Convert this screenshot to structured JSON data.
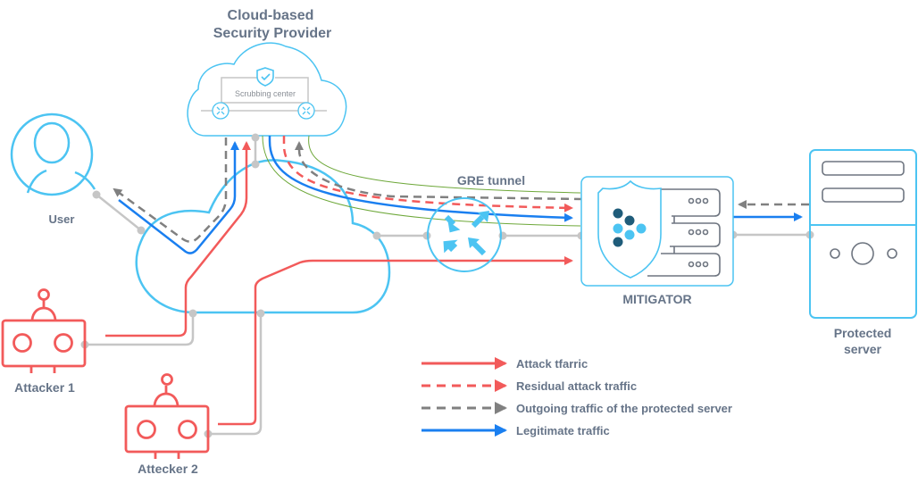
{
  "title": {
    "line1": "Cloud-based",
    "line2": "Security Provider"
  },
  "nodes": {
    "scrubbing_center": "Scrubbing center",
    "user": "User",
    "attacker1": "Attacker 1",
    "attacker2": "Attecker 2",
    "gre_tunnel": "GRE tunnel",
    "mitigator": "MITIGATOR",
    "protected_server_line1": "Protected",
    "protected_server_line2": "server"
  },
  "legend": [
    {
      "label": "Attack tfarric",
      "style": "solid",
      "color": "#f25a5a"
    },
    {
      "label": "Residual attack traffic",
      "style": "dashed",
      "color": "#f25a5a"
    },
    {
      "label": "Outgoing traffic of the protected server",
      "style": "dashed",
      "color": "#808080"
    },
    {
      "label": "Legitimate traffic",
      "style": "solid",
      "color": "#1a7ff0"
    }
  ],
  "colors": {
    "outline_blue": "#4cc4f2",
    "attack_red": "#f25a5a",
    "legit_blue": "#1a7ff0",
    "outgoing_gray": "#808080",
    "link_gray": "#c6c6c6",
    "tunnel_green": "#6ea83a",
    "label_gray": "#667488",
    "dark_teal": "#1f5c7a"
  }
}
